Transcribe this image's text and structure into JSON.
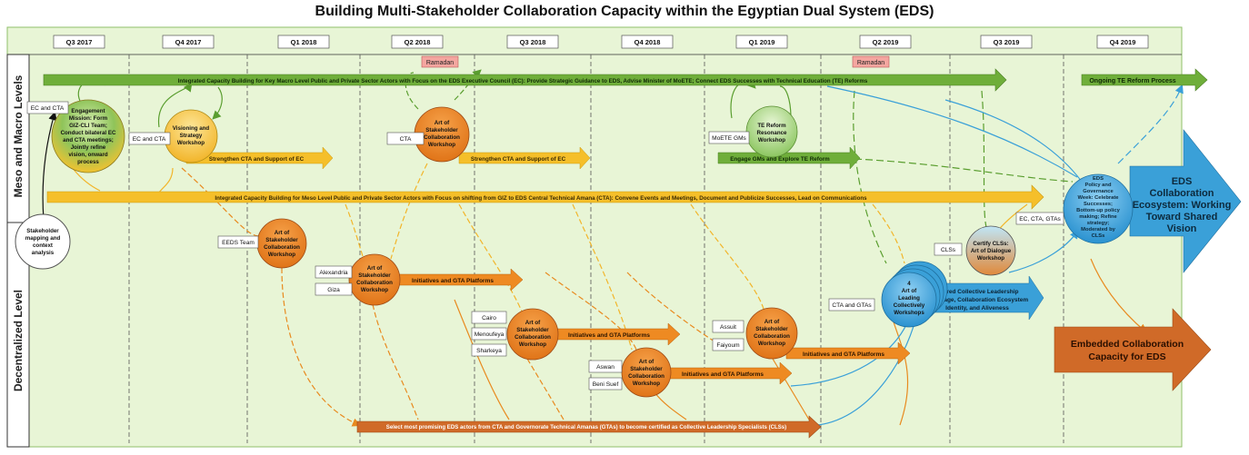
{
  "title": "Building Multi-Stakeholder Collaboration Capacity within the Egyptian Dual System (EDS)",
  "quarters": [
    "Q3 2017",
    "Q4 2017",
    "Q1 2018",
    "Q2 2018",
    "Q3 2018",
    "Q4 2018",
    "Q1 2019",
    "Q2 2019",
    "Q3 2019",
    "Q4 2019"
  ],
  "ramadan": [
    "Ramadan",
    "Ramadan"
  ],
  "levels": {
    "top": "Meso and Macro Levels",
    "bottom": "Decentralized Level"
  },
  "bands": {
    "macro": "Integrated Capacity Building for Key Macro Level Public and Private Sector Actors with Focus on the EDS Executive Council (EC): Provide Strategic Guidance to EDS, Advise Minister of MoETE; Connect EDS Successes with Technical Education (TE) Reforms",
    "macro_end": "Ongoing TE Reform Process",
    "meso": "Integrated Capacity Building for Meso Level Public and Private Sector Actors with Focus on shifting from GIZ to EDS Central Technical Amana (CTA): Convene Events and Meetings, Document and Publicize Successes, Lead on Communications",
    "certify": "Select most promising EDS actors from CTA and Governorate Technical Amanas (GTAs) to become certified as Collective Leadership Specialists (CLSs)"
  },
  "arrows": {
    "strengthen1": "Strengthen CTA and Support of EC",
    "strengthen2": "Strengthen CTA and Support of EC",
    "engage": "Engage GMs and Explore TE Reform",
    "init1": "Initiatives and GTA Platforms",
    "init2": "Initiatives and GTA Platforms",
    "init3": "Initiatives and GTA Platforms",
    "init4": "Initiatives and GTA Platforms",
    "shared": [
      "Shared Collective Leadership",
      "Language, Collaboration Ecosystem",
      "Identity, and Aliveness"
    ]
  },
  "nodes": {
    "stakeholder": [
      "Stakeholder",
      "mapping and",
      "context",
      "analysis"
    ],
    "engagement": [
      "Engagement",
      "Mission: Form",
      "GIZ-CLI Team;",
      "Conduct bilateral EC",
      "and CTA meetings;",
      "Jointly refine",
      "vision, onward",
      "process"
    ],
    "visioning": [
      "Visioning and",
      "Strategy",
      "Workshop"
    ],
    "art_cta": [
      "Art of",
      "Stakeholder",
      "Collaboration",
      "Workshop"
    ],
    "te_reform": [
      "TE Reform",
      "Resonance",
      "Workshop"
    ],
    "eeds": [
      "Art of",
      "Stakeholder",
      "Collaboration",
      "Workshop"
    ],
    "art_alex": [
      "Art of",
      "Stakeholder",
      "Collaboration",
      "Workshop"
    ],
    "art_cairo": [
      "Art of",
      "Stakeholder",
      "Collaboration",
      "Workshop"
    ],
    "art_aswan": [
      "Art of",
      "Stakeholder",
      "Collaboration",
      "Workshop"
    ],
    "art_assuit": [
      "Art of",
      "Stakeholder",
      "Collaboration",
      "Workshop"
    ],
    "leading": [
      "4",
      "Art of",
      "Leading",
      "Collectively",
      "Workshops"
    ],
    "certify": [
      "Certify CLSs:",
      "Art of Dialogue",
      "Workshop"
    ],
    "eds_week": [
      "EDS",
      "Policy and",
      "Governance",
      "Week: Celebrate",
      "Successes;",
      "Bottom-up policy",
      "making; Refine",
      "strategy;",
      "Moderated by",
      "CLSs"
    ]
  },
  "labels": {
    "ec_cta1": "EC and CTA",
    "ec_cta2": "EC and CTA",
    "cta": "CTA",
    "mcete": "MoETE GMs",
    "eeds_team": "EEDS Team",
    "alexandria": "Alexandria",
    "giza": "Giza",
    "cairo": "Cairo",
    "menoufeya": "Menoufeya",
    "sharkeya": "Sharkeya",
    "aswan": "Aswan",
    "benisuef": "Beni Suef",
    "assuit": "Assuit",
    "faiyoum": "Faiyoum",
    "cta_gtas": "CTA and GTAs",
    "clss": "CLSs",
    "ec_cta_gtas": "EC, CTA, GTAs"
  },
  "outcomes": {
    "ecosystem": [
      "EDS",
      "Collaboration",
      "Ecosystem: Working",
      "Toward Shared",
      "Vision"
    ],
    "embedded": [
      "Embedded Collaboration",
      "Capacity for EDS"
    ]
  },
  "colors": {
    "bg_green": "#e8f5d6",
    "band_green": "#6fae3a",
    "band_yellow": "#f5bf2a",
    "band_orange": "#d06a28",
    "node_orange": "#e87e1e",
    "blue": "#3aa0d8",
    "ramadan": "#f4a6a0"
  }
}
